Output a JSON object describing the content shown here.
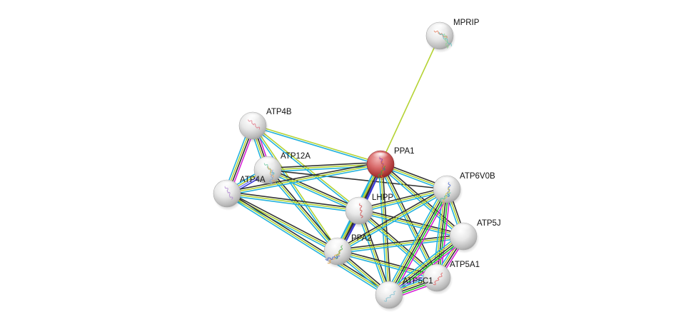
{
  "network": {
    "title": "Protein interaction network",
    "query_node": "PPA1",
    "colors": {
      "query_node": "#c0393b",
      "other_node": "#dcdcdc",
      "label": "#111111",
      "background": "#ffffff"
    },
    "evidence_colors": {
      "textmining": "#b5d334",
      "database": "#25b2dd",
      "coexpression": "#333333",
      "experiments": "#d622d6",
      "neighborhood": "#22c322",
      "homology": "#3b3bd6",
      "cooccurrence": "#7f7fff"
    },
    "nodes": [
      {
        "id": "MPRIP",
        "label": "MPRIP",
        "query": false,
        "glyph": [
          "#e07a5a",
          "#5ec2c2",
          "#8fd18f"
        ]
      },
      {
        "id": "ATP4B",
        "label": "ATP4B",
        "query": false,
        "glyph": [
          "#e07a8a"
        ]
      },
      {
        "id": "ATP12A",
        "label": "ATP12A",
        "query": false,
        "glyph": [
          "#6ec6a0",
          "#e6a35a",
          "#7aa8e0"
        ]
      },
      {
        "id": "ATP4A",
        "label": "ATP4A",
        "query": false,
        "glyph": [
          "#b08ad0"
        ]
      },
      {
        "id": "PPA1",
        "label": "PPA1",
        "query": true,
        "glyph": [
          "#8a3ab0",
          "#e07020",
          "#40a040"
        ]
      },
      {
        "id": "LHPP",
        "label": "LHPP",
        "query": false,
        "glyph": [
          "#d05050"
        ]
      },
      {
        "id": "ATP6V0B",
        "label": "ATP6V0B",
        "query": false,
        "glyph": [
          "#5070d0",
          "#e0d040",
          "#50c0a0"
        ]
      },
      {
        "id": "ATP5J",
        "label": "ATP5J",
        "query": false,
        "glyph": []
      },
      {
        "id": "PPA2",
        "label": "PPA2",
        "query": false,
        "glyph": [
          "#50b050",
          "#e0a040",
          "#4060d0"
        ]
      },
      {
        "id": "ATP5A1",
        "label": "ATP5A1",
        "query": false,
        "glyph": [
          "#e06060"
        ]
      },
      {
        "id": "ATP5C1",
        "label": "ATP5C1",
        "query": false,
        "glyph": [
          "#80c0d0"
        ]
      }
    ],
    "edges": [
      {
        "source": "PPA1",
        "target": "MPRIP",
        "evidence": [
          "textmining"
        ]
      },
      {
        "source": "ATP4B",
        "target": "ATP4A",
        "evidence": [
          "experiments",
          "coexpression",
          "textmining",
          "database"
        ]
      },
      {
        "source": "ATP4B",
        "target": "ATP12A",
        "evidence": [
          "experiments",
          "coexpression",
          "textmining",
          "database"
        ]
      },
      {
        "source": "ATP4B",
        "target": "PPA1",
        "evidence": [
          "textmining",
          "database"
        ]
      },
      {
        "source": "ATP4B",
        "target": "LHPP",
        "evidence": [
          "textmining",
          "database"
        ]
      },
      {
        "source": "ATP4B",
        "target": "PPA2",
        "evidence": [
          "textmining",
          "database"
        ]
      },
      {
        "source": "ATP12A",
        "target": "ATP4A",
        "evidence": [
          "homology",
          "cooccurrence",
          "textmining",
          "database"
        ]
      },
      {
        "source": "ATP12A",
        "target": "PPA1",
        "evidence": [
          "coexpression",
          "textmining",
          "database"
        ]
      },
      {
        "source": "ATP12A",
        "target": "LHPP",
        "evidence": [
          "coexpression",
          "textmining",
          "database"
        ]
      },
      {
        "source": "ATP12A",
        "target": "PPA2",
        "evidence": [
          "coexpression",
          "textmining",
          "database"
        ]
      },
      {
        "source": "ATP12A",
        "target": "ATP6V0B",
        "evidence": [
          "coexpression"
        ]
      },
      {
        "source": "ATP4A",
        "target": "PPA1",
        "evidence": [
          "coexpression",
          "textmining",
          "database"
        ]
      },
      {
        "source": "ATP4A",
        "target": "LHPP",
        "evidence": [
          "coexpression",
          "textmining",
          "database"
        ]
      },
      {
        "source": "ATP4A",
        "target": "PPA2",
        "evidence": [
          "coexpression",
          "textmining",
          "database"
        ]
      },
      {
        "source": "ATP4A",
        "target": "ATP5C1",
        "evidence": [
          "coexpression",
          "textmining",
          "database"
        ]
      },
      {
        "source": "PPA1",
        "target": "LHPP",
        "evidence": [
          "homology",
          "coexpression",
          "textmining",
          "database"
        ]
      },
      {
        "source": "PPA1",
        "target": "PPA2",
        "evidence": [
          "homology",
          "coexpression",
          "textmining",
          "database"
        ]
      },
      {
        "source": "PPA1",
        "target": "ATP6V0B",
        "evidence": [
          "coexpression",
          "textmining",
          "database"
        ]
      },
      {
        "source": "PPA1",
        "target": "ATP5J",
        "evidence": [
          "coexpression",
          "textmining",
          "database"
        ]
      },
      {
        "source": "PPA1",
        "target": "ATP5A1",
        "evidence": [
          "coexpression",
          "textmining",
          "database"
        ]
      },
      {
        "source": "PPA1",
        "target": "ATP5C1",
        "evidence": [
          "coexpression",
          "textmining",
          "database"
        ]
      },
      {
        "source": "LHPP",
        "target": "PPA2",
        "evidence": [
          "homology",
          "coexpression",
          "textmining",
          "database"
        ]
      },
      {
        "source": "LHPP",
        "target": "ATP6V0B",
        "evidence": [
          "coexpression",
          "textmining",
          "database"
        ]
      },
      {
        "source": "LHPP",
        "target": "ATP5J",
        "evidence": [
          "coexpression",
          "textmining",
          "database"
        ]
      },
      {
        "source": "LHPP",
        "target": "ATP5A1",
        "evidence": [
          "coexpression",
          "textmining",
          "database"
        ]
      },
      {
        "source": "LHPP",
        "target": "ATP5C1",
        "evidence": [
          "coexpression",
          "textmining",
          "database"
        ]
      },
      {
        "source": "PPA2",
        "target": "ATP6V0B",
        "evidence": [
          "coexpression",
          "textmining",
          "database"
        ]
      },
      {
        "source": "PPA2",
        "target": "ATP5J",
        "evidence": [
          "coexpression",
          "textmining",
          "database"
        ]
      },
      {
        "source": "PPA2",
        "target": "ATP5A1",
        "evidence": [
          "coexpression",
          "textmining",
          "database"
        ]
      },
      {
        "source": "PPA2",
        "target": "ATP5C1",
        "evidence": [
          "coexpression",
          "textmining",
          "database"
        ]
      },
      {
        "source": "ATP6V0B",
        "target": "ATP5J",
        "evidence": [
          "coexpression",
          "textmining",
          "database"
        ]
      },
      {
        "source": "ATP6V0B",
        "target": "ATP5A1",
        "evidence": [
          "experiments",
          "neighborhood",
          "coexpression",
          "textmining",
          "database"
        ]
      },
      {
        "source": "ATP6V0B",
        "target": "ATP5C1",
        "evidence": [
          "experiments",
          "neighborhood",
          "coexpression",
          "textmining",
          "database"
        ]
      },
      {
        "source": "ATP5J",
        "target": "ATP5A1",
        "evidence": [
          "experiments",
          "coexpression",
          "textmining",
          "database"
        ]
      },
      {
        "source": "ATP5J",
        "target": "ATP5C1",
        "evidence": [
          "experiments",
          "neighborhood",
          "coexpression",
          "textmining",
          "database"
        ]
      },
      {
        "source": "ATP5A1",
        "target": "ATP5C1",
        "evidence": [
          "experiments",
          "neighborhood",
          "coexpression",
          "textmining",
          "database",
          "cooccurrence"
        ]
      }
    ]
  }
}
